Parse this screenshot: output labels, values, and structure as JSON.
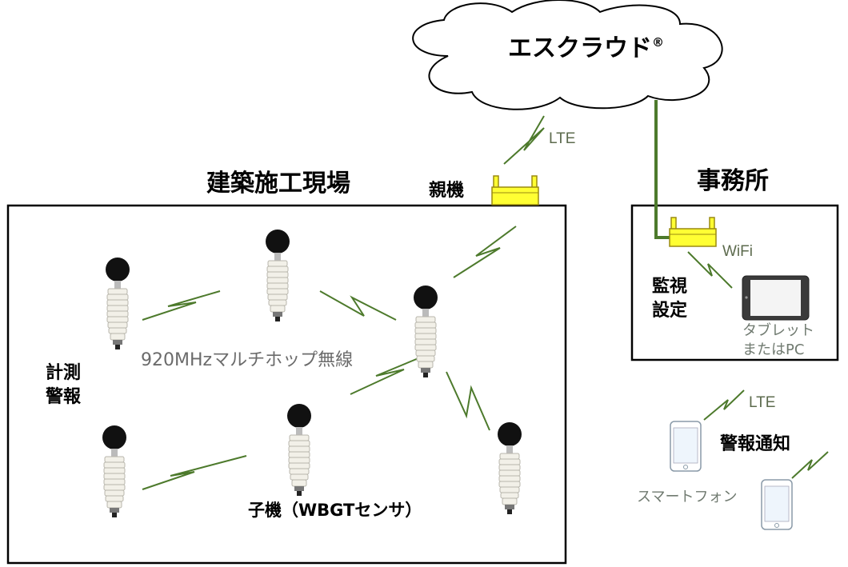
{
  "cloud": {
    "label": "エスクラウド",
    "mark": "®"
  },
  "labels": {
    "site": "建築施工現場",
    "office": "事務所",
    "parent": "親機",
    "lte_top": "LTE",
    "wifi": "WiFi",
    "monitor": [
      "監視",
      "設定"
    ],
    "tablet": [
      "タブレット",
      "またはPC"
    ],
    "network": "920MHzマルチホップ無線",
    "measure": [
      "計測",
      "警報"
    ],
    "child": "子機（WBGTセンサ）",
    "lte_phone": "LTE",
    "alert": "警報通知",
    "smartphone": "スマートフォン"
  },
  "colors": {
    "wireless": "#4d7a2c",
    "router": "#ffff33",
    "router_stroke": "#9a8a10",
    "frame": "#000000",
    "sensor_head": "#111111",
    "sensor_body": "#eeece4"
  }
}
